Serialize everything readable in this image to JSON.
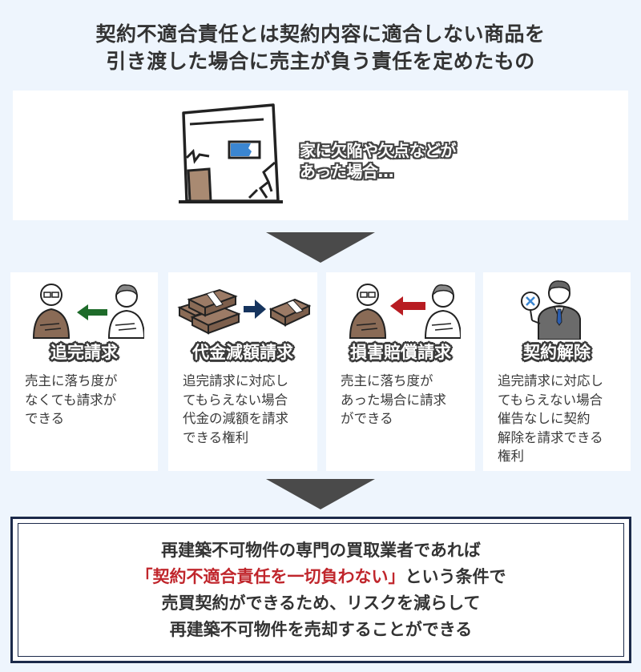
{
  "headline": {
    "line1": "契約不適合責任とは契約内容に適合しない商品を",
    "line2": "引き渡した場合に売主が負う責任を定めたもの"
  },
  "scene": {
    "icon": "damaged-house-icon",
    "caption_line1": "家に欠陥や欠点などが",
    "caption_line2": "あった場合…"
  },
  "cards": [
    {
      "icon": "buyer-to-seller-green-arrow-icon",
      "arrow_color": "#1e6b2a",
      "title": "追完請求",
      "description": "売主に落ち度が\nなくても請求が\nできる"
    },
    {
      "icon": "money-reduction-icon",
      "arrow_color": "#16345e",
      "title": "代金減額請求",
      "description": "追完請求に対応し\nてもらえない場合\n代金の減額を請求\nできる権利"
    },
    {
      "icon": "buyer-to-seller-red-arrow-icon",
      "arrow_color": "#b81c22",
      "title": "損害賠償請求",
      "description": "売主に落ち度が\nあった場合に請求\nができる"
    },
    {
      "icon": "businessman-x-sign-icon",
      "title": "契約解除",
      "description": "追完請求に対応し\nてもらえない場合\n催告なしに契約\n解除を請求できる\n権利"
    }
  ],
  "conclusion": {
    "line1": "再建築不可物件の専門の買取業者であれば",
    "line2_highlight": "「契約不適合責任を一切負わない」",
    "line2_rest": "という条件で",
    "line3": "売買契約ができるため、リスクを減らして",
    "line4": "再建築不可物件を売却することができる",
    "highlight_color": "#c0262c",
    "border_color": "#1c2a4a"
  },
  "colors": {
    "background": "#eef5fd",
    "panel": "#ffffff",
    "arrow": "#4a4a4a",
    "text": "#333333"
  }
}
